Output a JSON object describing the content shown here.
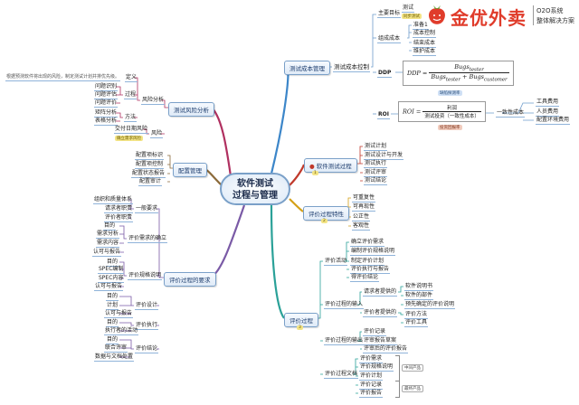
{
  "central": {
    "line1": "软件测试",
    "line2": "过程与管理"
  },
  "logo": {
    "brand": "金优外卖",
    "sub1": "O2O系统",
    "sub2": "整体解决方案",
    "accent": "#e03c2b"
  },
  "branch_colors": {
    "cost": "#3c86c9",
    "process": "#c0392b",
    "traits": "#d4a017",
    "eval": "#2aa198",
    "req": "#7a5aa6",
    "config": "#8b6a3a",
    "risk": "#b03060"
  },
  "cost": {
    "title": "测试成本管理",
    "control": "测试成本控制",
    "main_goal": "主要目标",
    "goal_text": "测试",
    "goal_tag": "同步测试",
    "composition": "组成成本",
    "prep": "准备1",
    "items": [
      "成本控制",
      "结束成本",
      "维护成本"
    ],
    "ddp": "DDP",
    "ddp_num": "Bugs",
    "ddp_num_sub": "tester",
    "ddp_den_a": "Bugs",
    "ddp_den_a_sub": "tester",
    "ddp_den_b": "Bugs",
    "ddp_den_b_sub": "customer",
    "ddp_note": "缺陷探测率",
    "roi": "ROI",
    "roi_num": "利润",
    "roi_den": "测试投资（一致性成本）",
    "roi_note": "投资回报率",
    "consistency": "一致性成本",
    "consistency_items": [
      "工具费用",
      "人员费用",
      "配置环境费用"
    ]
  },
  "process": {
    "title": "软件测试过程",
    "items": [
      "测试计划",
      "测试设计与开发",
      "测试执行",
      "测试评审",
      "测试结论"
    ]
  },
  "traits": {
    "title": "评价过程特性",
    "items": [
      "可重复性",
      "可再现性",
      "公正性",
      "客观性"
    ]
  },
  "eval": {
    "title": "评价过程",
    "setup": "评价活动",
    "setup_items": [
      "确立评价需求",
      "编制评价规格说明",
      "制定评价计划",
      "评价执行与报告",
      "得评价结论"
    ],
    "input": "评价过程的输入",
    "input_a": "请求者提供的",
    "input_a_items": [
      "软件说明书",
      "软件的部件",
      "预先确定的评价说明"
    ],
    "input_b": "评价者提供的",
    "input_b_items": [
      "评价方法",
      "评价工具"
    ],
    "output": "评价过程的输出",
    "output_items": [
      "评价记录",
      "评审报告草案",
      "评审后的评价报告"
    ],
    "docs": "评价过程文档",
    "docs_items": [
      "评价需求",
      "评价规格说明",
      "评价计划",
      "评价记录",
      "评价报告"
    ],
    "mid_tag": "中间产品",
    "final_tag": "最终产品"
  },
  "req": {
    "title": "评价过程的要求",
    "general": "一般要求",
    "general_items": [
      "组织和质量体系",
      "请求者职责",
      "评价者职责"
    ],
    "establish": "评价需求的确立",
    "establish_items": [
      "目的",
      "需求分析",
      "需求内容",
      "认可与报告"
    ],
    "spec": "评价规格说明",
    "spec_items": [
      "目的",
      "SPEC编制",
      "SPEC内容",
      "认可与报告"
    ],
    "design": "评价设计",
    "design_items": [
      "目的",
      "计划",
      "认可与报告"
    ],
    "execute": "评价执行",
    "execute_items": [
      "目的",
      "执行者的活动"
    ],
    "conclude": "评价结论",
    "conclude_items": [
      "目的",
      "联合评审",
      "数据与文档处置"
    ]
  },
  "config": {
    "title": "配置管理",
    "items": [
      "配置项标识",
      "配置项控制",
      "配置状态报告",
      "配置审计"
    ]
  },
  "risk": {
    "title": "测试风险分析",
    "analysis": "风险分析",
    "definition": "定义",
    "definition_text": "根据预测软件将出现的风险，制定测试计划并排优先级。",
    "process": "过程",
    "process_items": [
      "问题识别",
      "问题评估",
      "问题评价"
    ],
    "method": "方法",
    "method_items": [
      "矩阵分析",
      "表格分析"
    ],
    "risk": "风险",
    "risk_item": "交付日期风险",
    "risk_tag": "确立需求风险"
  }
}
